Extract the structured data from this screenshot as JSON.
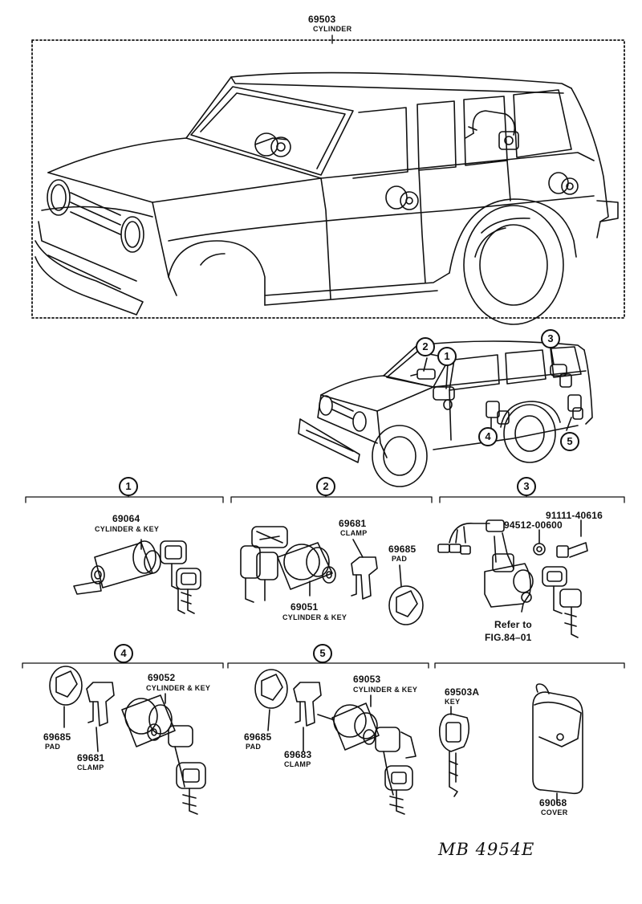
{
  "top": {
    "part_number": "69503",
    "part_name": "CYLINDER"
  },
  "callouts": {
    "c1": "1",
    "c2": "2",
    "c3": "3",
    "c4": "4",
    "c5": "5"
  },
  "sections": {
    "s1": {
      "number": "1",
      "parts": [
        {
          "number": "69064",
          "name": "CYLINDER & KEY"
        }
      ]
    },
    "s2": {
      "number": "2",
      "parts": [
        {
          "number": "69681",
          "name": "CLAMP"
        },
        {
          "number": "69685",
          "name": "PAD"
        },
        {
          "number": "69051",
          "name": "CYLINDER & KEY"
        }
      ]
    },
    "s3": {
      "number": "3",
      "parts": [
        {
          "number": "91111-40616",
          "name": ""
        },
        {
          "number": "94512-00600",
          "name": ""
        }
      ],
      "refer_line1": "Refer to",
      "refer_line2": "FIG.84–01"
    },
    "s4": {
      "number": "4",
      "parts": [
        {
          "number": "69685",
          "name": "PAD"
        },
        {
          "number": "69052",
          "name": "CYLINDER & KEY"
        },
        {
          "number": "69681",
          "name": "CLAMP"
        }
      ]
    },
    "s5": {
      "number": "5",
      "parts": [
        {
          "number": "69685",
          "name": "PAD"
        },
        {
          "number": "69053",
          "name": "CYLINDER & KEY"
        },
        {
          "number": "69683",
          "name": "CLAMP"
        },
        {
          "number": "69503A",
          "name": "KEY"
        },
        {
          "number": "69068",
          "name": "COVER"
        }
      ]
    }
  },
  "drawing_code": "MB 4954E"
}
